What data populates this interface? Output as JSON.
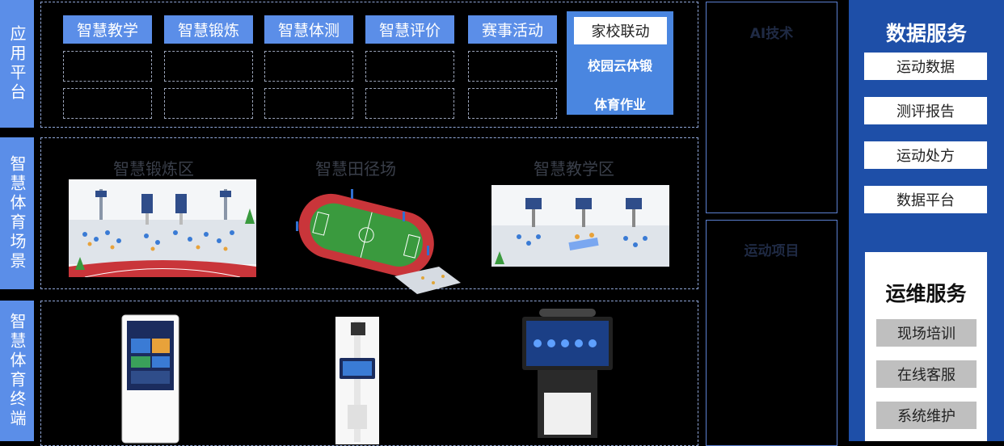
{
  "left_labels": {
    "app_platform": "应用平台",
    "scenes": "智慧体育场景",
    "terminals": "智慧体育终端"
  },
  "platform_tabs": [
    "智慧教学",
    "智慧锻炼",
    "智慧体测",
    "智慧评价",
    "赛事活动"
  ],
  "home_school": {
    "tab": "家校联动",
    "items": [
      "校园云体锻",
      "体育作业"
    ]
  },
  "scenes": {
    "zone1": "智慧锻炼区",
    "zone2": "智慧田径场",
    "zone3": "智慧教学区"
  },
  "middle_column": {
    "ai_tech": "AI技术",
    "sports_items": "运动项目"
  },
  "data_service": {
    "title": "数据服务",
    "items": [
      "运动数据",
      "测评报告",
      "运动处方",
      "数据平台"
    ]
  },
  "ops_service": {
    "title": "运维服务",
    "items": [
      "现场培训",
      "在线客服",
      "系统维护"
    ]
  },
  "colors": {
    "tab_blue": "#5b8ee8",
    "service_blue": "#1e4fa8",
    "track_red": "#c9353a",
    "field_green": "#3a9a3e"
  }
}
